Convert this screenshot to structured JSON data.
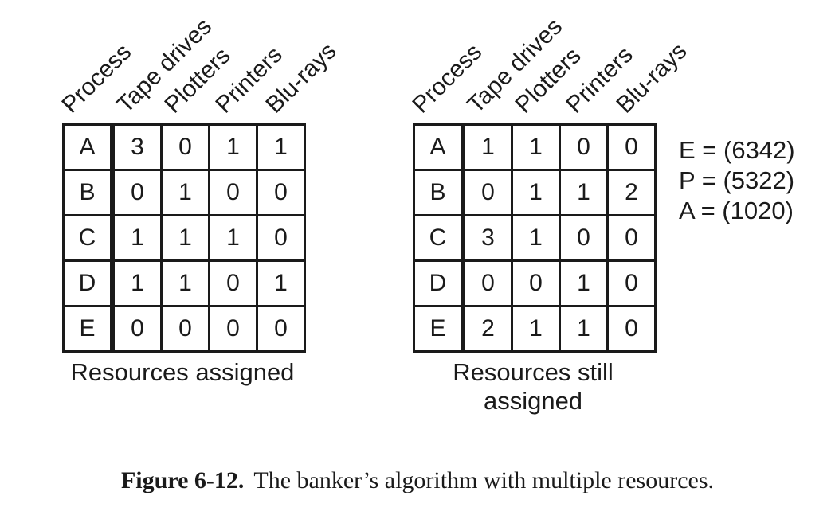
{
  "columns": [
    "Process",
    "Tape drives",
    "Plotters",
    "Printers",
    "Blu-rays"
  ],
  "left_table": {
    "caption": "Resources assigned",
    "rows": [
      {
        "process": "A",
        "values": [
          "3",
          "0",
          "1",
          "1"
        ]
      },
      {
        "process": "B",
        "values": [
          "0",
          "1",
          "0",
          "0"
        ]
      },
      {
        "process": "C",
        "values": [
          "1",
          "1",
          "1",
          "0"
        ]
      },
      {
        "process": "D",
        "values": [
          "1",
          "1",
          "0",
          "1"
        ]
      },
      {
        "process": "E",
        "values": [
          "0",
          "0",
          "0",
          "0"
        ]
      }
    ]
  },
  "right_table": {
    "caption": "Resources still assigned",
    "rows": [
      {
        "process": "A",
        "values": [
          "1",
          "1",
          "0",
          "0"
        ]
      },
      {
        "process": "B",
        "values": [
          "0",
          "1",
          "1",
          "2"
        ]
      },
      {
        "process": "C",
        "values": [
          "3",
          "1",
          "0",
          "0"
        ]
      },
      {
        "process": "D",
        "values": [
          "0",
          "0",
          "1",
          "0"
        ]
      },
      {
        "process": "E",
        "values": [
          "2",
          "1",
          "1",
          "0"
        ]
      }
    ]
  },
  "vectors": [
    "E = (6342)",
    "P = (5322)",
    "A = (1020)"
  ],
  "figure_caption": {
    "label": "Figure 6-12.",
    "text": "The banker’s algorithm with multiple resources."
  }
}
